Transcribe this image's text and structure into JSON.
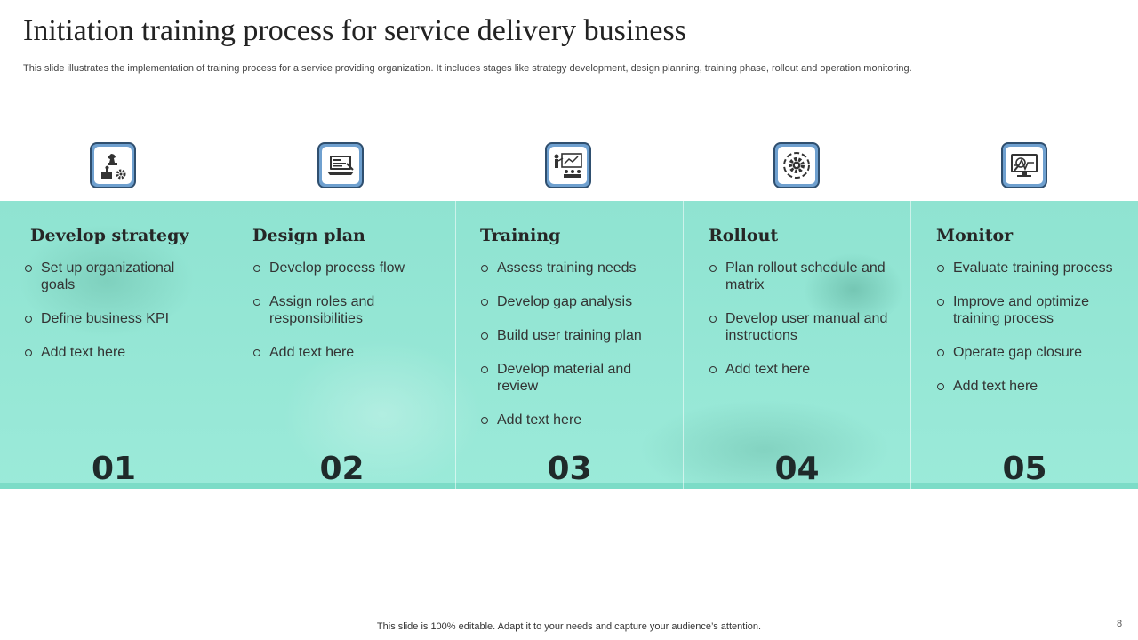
{
  "header": {
    "title": "Initiation training process for service delivery business",
    "subtitle": "This slide illustrates the implementation of training process for a service providing organization. It includes stages like strategy development, design planning, training phase, rollout and operation monitoring."
  },
  "stages": [
    {
      "heading": "Develop strategy",
      "number": "01",
      "icon": "strategy-chess-icon",
      "items": [
        "Set up organizational goals",
        "Define business KPI",
        "Add text here"
      ]
    },
    {
      "heading": "Design plan",
      "number": "02",
      "icon": "laptop-design-icon",
      "items": [
        "Develop process flow",
        "Assign roles and responsibilities",
        "Add text here"
      ]
    },
    {
      "heading": "Training",
      "number": "03",
      "icon": "presentation-training-icon",
      "items": [
        "Assess training needs",
        "Develop gap analysis",
        "Build user  training plan",
        "Develop material and review",
        "Add text here"
      ]
    },
    {
      "heading": "Rollout",
      "number": "04",
      "icon": "gear-cycle-icon",
      "items": [
        "Plan rollout schedule and matrix",
        "Develop user manual and instructions",
        "Add text here"
      ]
    },
    {
      "heading": "Monitor",
      "number": "05",
      "icon": "monitor-analytics-icon",
      "items": [
        "Evaluate training process",
        "Improve and optimize training process",
        "Operate gap closure",
        "Add text here"
      ]
    }
  ],
  "footer": {
    "note": "This slide is 100% editable. Adapt it to your needs and capture your audience’s attention.",
    "page": "8"
  },
  "colors": {
    "band": "#9bead9",
    "icon_frame": "#6fa0cf",
    "icon_border": "#2f4f6f"
  }
}
